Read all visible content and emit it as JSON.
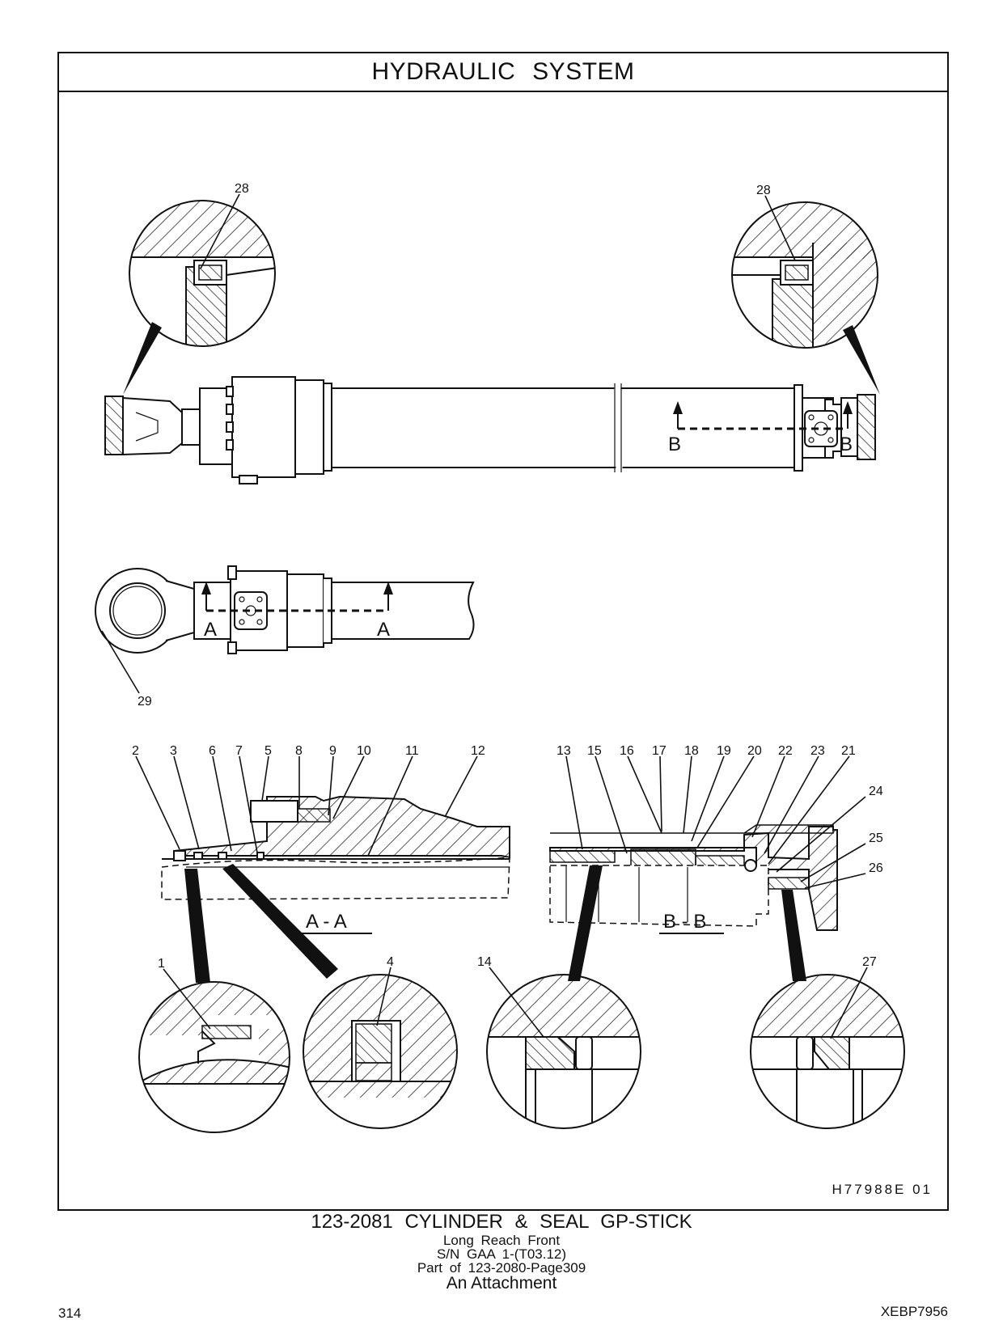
{
  "header": {
    "title": "HYDRAULIC SYSTEM"
  },
  "drawing": {
    "code": "H77988E 01",
    "callouts": [
      "1",
      "2",
      "3",
      "4",
      "5",
      "6",
      "7",
      "8",
      "9",
      "10",
      "11",
      "12",
      "13",
      "14",
      "15",
      "16",
      "17",
      "18",
      "19",
      "20",
      "21",
      "22",
      "23",
      "24",
      "25",
      "26",
      "27",
      "28",
      "29"
    ],
    "section_markers": {
      "a": "A",
      "b": "B"
    },
    "section_titles": {
      "aa": "A - A",
      "bb": "B - B"
    }
  },
  "caption": {
    "part_title": "123-2081 CYLINDER & SEAL GP-STICK",
    "line2": "Long Reach Front",
    "line3": "S/N GAA 1-(T03.12)",
    "line4": "Part of 123-2080-Page309",
    "line5": "An Attachment"
  },
  "footer": {
    "page_number": "314",
    "doc_code": "XEBP7956"
  }
}
